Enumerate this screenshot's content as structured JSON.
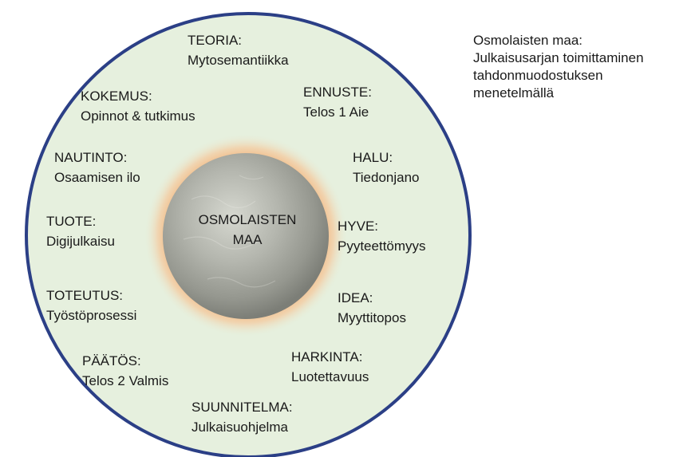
{
  "colors": {
    "outer_fill": "#e6f0de",
    "outer_stroke": "#2b3f86",
    "glow": "#f0a060",
    "core": "#aaaca4"
  },
  "center": {
    "line1": "OSMOLAISTEN",
    "line2": "MAA"
  },
  "side_note": {
    "line1": "Osmolaisten maa:",
    "line2": "Julkaisusarjan toimittaminen",
    "line3": "tahdonmuodostuksen",
    "line4": "menetelmällä"
  },
  "segments": [
    {
      "heading": "TEORIA:",
      "text": "Mytosemantiikka"
    },
    {
      "heading": "ENNUSTE:",
      "text": "Telos 1 Aie"
    },
    {
      "heading": "HALU:",
      "text": "Tiedonjano"
    },
    {
      "heading": "HYVE:",
      "text": "Pyyteettömyys"
    },
    {
      "heading": "IDEA:",
      "text": "Myyttitopos"
    },
    {
      "heading": "HARKINTA:",
      "text": "Luotettavuus"
    },
    {
      "heading": "SUUNNITELMA:",
      "text": "Julkaisuohjelma"
    },
    {
      "heading": "PÄÄTÖS:",
      "text": "Telos 2 Valmis"
    },
    {
      "heading": "TOTEUTUS:",
      "text": "Työstöprosessi"
    },
    {
      "heading": "TUOTE:",
      "text": "Digijulkaisu"
    },
    {
      "heading": "NAUTINTO:",
      "text": "Osaamisen ilo"
    },
    {
      "heading": "KOKEMUS:",
      "text": "Opinnot & tutkimus"
    }
  ]
}
